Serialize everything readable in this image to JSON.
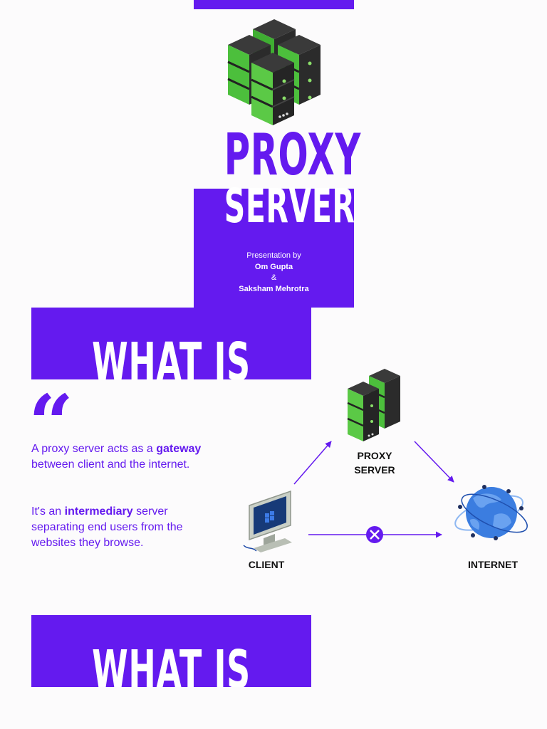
{
  "cover": {
    "title_line1": "PROXY",
    "title_line2": "SERVER",
    "presented_by": "Presentation by",
    "author1": "Om Gupta",
    "ampersand": "&",
    "author2": "Saksham Mehrotra"
  },
  "sections": [
    {
      "heading": "WHAT IS IT?"
    },
    {
      "heading": "WHAT IS IT?"
    }
  ],
  "description": {
    "quote_mark": "“",
    "p1_a": "A proxy server acts as a ",
    "p1_bold": "gateway",
    "p1_b": " between client and the internet.",
    "p2_a": "It's an ",
    "p2_bold": "intermediary",
    "p2_b": " server separating end users from the websites they browse."
  },
  "diagram": {
    "proxy_label_1": "PROXY",
    "proxy_label_2": "SERVER",
    "client_label": "CLIENT",
    "internet_label": "INTERNET",
    "icons": [
      "server-rack-icon",
      "computer-monitor-icon",
      "globe-network-icon",
      "blocked-x-icon"
    ]
  },
  "colors": {
    "accent": "#641aef",
    "background": "#fcfbfc",
    "server_green": "#4caf3a",
    "server_dark": "#2b2b2b",
    "globe_blue": "#3b7de0"
  }
}
